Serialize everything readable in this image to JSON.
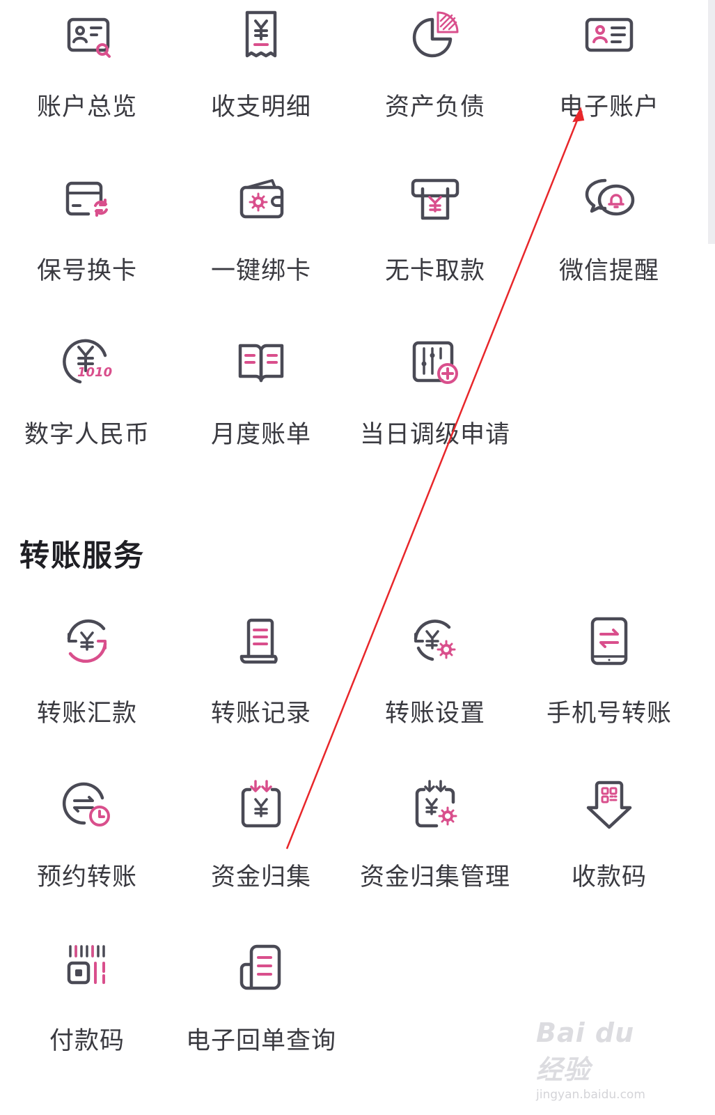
{
  "colors": {
    "icon_stroke": "#4a4a55",
    "icon_accent": "#d94f8c",
    "annotation_arrow": "#e8262a"
  },
  "account_services": [
    {
      "label": "账户总览",
      "icon": "account-overview-icon"
    },
    {
      "label": "收支明细",
      "icon": "receipt-icon"
    },
    {
      "label": "资产负债",
      "icon": "pie-chart-icon"
    },
    {
      "label": "电子账户",
      "icon": "id-card-icon"
    },
    {
      "label": "保号换卡",
      "icon": "card-swap-icon"
    },
    {
      "label": "一键绑卡",
      "icon": "wallet-icon"
    },
    {
      "label": "无卡取款",
      "icon": "atm-icon"
    },
    {
      "label": "微信提醒",
      "icon": "wechat-bell-icon"
    },
    {
      "label": "数字人民币",
      "icon": "digital-rmb-icon"
    },
    {
      "label": "月度账单",
      "icon": "book-icon"
    },
    {
      "label": "当日调级申请",
      "icon": "adjust-plus-icon"
    }
  ],
  "transfer_section": {
    "title": "转账服务"
  },
  "transfer_services": [
    {
      "label": "转账汇款",
      "icon": "transfer-cycle-icon"
    },
    {
      "label": "转账记录",
      "icon": "scroll-list-icon"
    },
    {
      "label": "转账设置",
      "icon": "transfer-gear-icon"
    },
    {
      "label": "手机号转账",
      "icon": "phone-transfer-icon"
    },
    {
      "label": "预约转账",
      "icon": "scheduled-transfer-icon"
    },
    {
      "label": "资金归集",
      "icon": "fund-collect-icon"
    },
    {
      "label": "资金归集管理",
      "icon": "fund-collect-gear-icon"
    },
    {
      "label": "收款码",
      "icon": "receive-qr-icon"
    },
    {
      "label": "付款码",
      "icon": "pay-barcode-icon"
    },
    {
      "label": "电子回单查询",
      "icon": "e-receipt-icon"
    }
  ],
  "watermark": {
    "logo": "Bai du 经验",
    "url": "jingyan.baidu.com"
  }
}
